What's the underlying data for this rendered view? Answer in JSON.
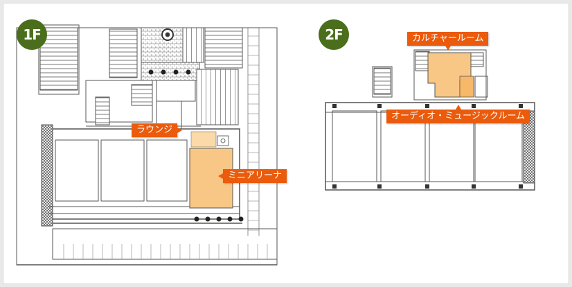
{
  "floors": [
    {
      "badge": "1F"
    },
    {
      "badge": "2F"
    }
  ],
  "rooms": {
    "lounge": "ラウンジ",
    "mini_arena": "ミニアリーナ",
    "culture_room": "カルチャールーム",
    "audio_museum": "オーディオ・ミュージックルーム"
  },
  "colors": {
    "badge": "#4a6e1c",
    "label": "#ea5b0c",
    "highlight": "#f9c785",
    "line": "#555555"
  }
}
